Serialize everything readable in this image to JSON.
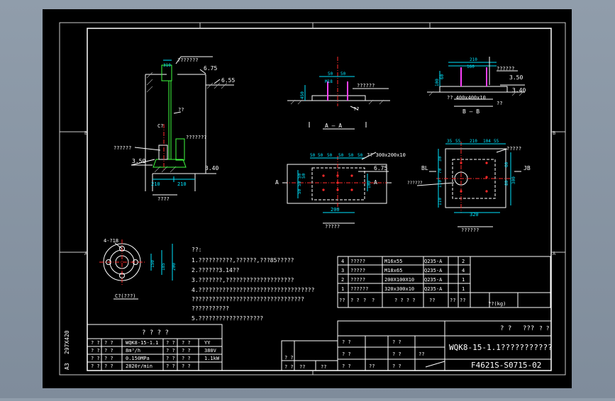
{
  "colors": {
    "background": "#000000",
    "frame": "#ffffff",
    "dim": "#00e5ff",
    "red": "#ff2a2a",
    "green": "#40ff40",
    "yellow": "#ffff40",
    "magenta": "#ff40ff",
    "text": "#ffffff"
  },
  "margin": {
    "left_a": "A3",
    "left_b": "297X420"
  },
  "axis_marks": {
    "B": "B",
    "A": "A"
  },
  "elevation_view": {
    "note_top": "???????",
    "elev_675": "6.75",
    "elev_655": "6.55",
    "val_310": "310",
    "pump_label": "??",
    "pump_label2": "???????",
    "cq_label": "C?",
    "left_label": "??????",
    "elev_350": "3.50",
    "elev_340": "3.40",
    "dim_210a": "210",
    "dim_210b": "210",
    "caption": "????"
  },
  "section_a": {
    "dim_50a": "50",
    "dim_50b": "50",
    "m18": "M18",
    "dim_450": "450",
    "note": "??????",
    "note2": "??",
    "caption": "A — A"
  },
  "section_b": {
    "dim_210": "210",
    "dim_160": "160",
    "dim_60": "60",
    "dim_100": "100",
    "plate": "?? 400x400x10",
    "note": "??????",
    "note2": "??",
    "elev_350": "3.50",
    "elev_340": "3.40",
    "caption": "B — B"
  },
  "plan_a": {
    "dims_top": [
      "50",
      "50",
      "50",
      "50",
      "50",
      "50",
      "50"
    ],
    "plate": "?? 300x200x10",
    "elev": "6.75",
    "left_dims": [
      "50",
      "50",
      "50",
      "50"
    ],
    "right_dim": "100",
    "dim_200": "200",
    "aa": "A",
    "caption": "?????"
  },
  "plan_b": {
    "dims_top": [
      "35",
      "55",
      "210",
      "104",
      "55"
    ],
    "plate": "?????",
    "bl": "BL",
    "jb": "JB",
    "left_label": "??????",
    "left_dims": [
      "30",
      "70",
      "110",
      "110"
    ],
    "right_dims": [
      "60",
      "80",
      "300"
    ],
    "dim_320": "320",
    "caption": "??????"
  },
  "flange": {
    "label": "4-?18",
    "dims": [
      "150",
      "185",
      "200"
    ],
    "caption": "C?(???)"
  },
  "notes": {
    "heading": "??:",
    "lines": [
      "1.??????????,??????,???85?????",
      "2.??????3.14??",
      "3.???????,????????????????????",
      "4.??????????????????????????????????",
      "  ?????????????????????????????????",
      "  ???????????",
      "5.???????????????????"
    ]
  },
  "bom": {
    "rows": [
      {
        "no": "4",
        "name": "?????",
        "spec": "M16x55",
        "mat": "Q235-A",
        "qty": "2"
      },
      {
        "no": "3",
        "name": "?????",
        "spec": "M18x65",
        "mat": "Q235-A",
        "qty": "4"
      },
      {
        "no": "2",
        "name": "?????",
        "spec": "200X100X10",
        "mat": "Q235-A",
        "qty": "1"
      },
      {
        "no": "1",
        "name": "??????",
        "spec": "320x300x10",
        "mat": "Q235-A",
        "qty": "1"
      }
    ],
    "header": [
      "??",
      "? ?",
      "?",
      "?",
      "? ? ? ?",
      "??",
      "??",
      "??"
    ],
    "weight": "??(kg)"
  },
  "spec_table": {
    "title": "? ? ? ?",
    "rows": [
      {
        "k1": "? ?",
        "k2": "? ?",
        "v1": "WQK8-15-1.1",
        "k3": "? ?",
        "k4": "? ?",
        "v2": "YY"
      },
      {
        "k1": "? ?",
        "k2": "? ?",
        "v1": "8m³/h",
        "k3": "? ?",
        "k4": "? ?",
        "v2": "380V"
      },
      {
        "k1": "? ?",
        "k2": "? ?",
        "v1": "0.150MPa",
        "k3": "? ?",
        "k4": "? ?",
        "v2": "1.1kW"
      },
      {
        "k1": "? ?",
        "k2": "? ?",
        "v1": "2820r/min",
        "k3": "? ?",
        "k4": "? ?",
        "v2": ""
      }
    ]
  },
  "title_block": {
    "top": "? ?",
    "top2": "???",
    "top3": "? ?",
    "main_title": "WQK8-15-1.1???????????",
    "drawing_no": "F4621S-S0715-02",
    "cells": [
      "? ?",
      "? ?",
      "? ?",
      "? ?",
      "? ?",
      "??",
      "? ?",
      "? ?",
      "? ?",
      "??",
      "??",
      "??"
    ]
  }
}
